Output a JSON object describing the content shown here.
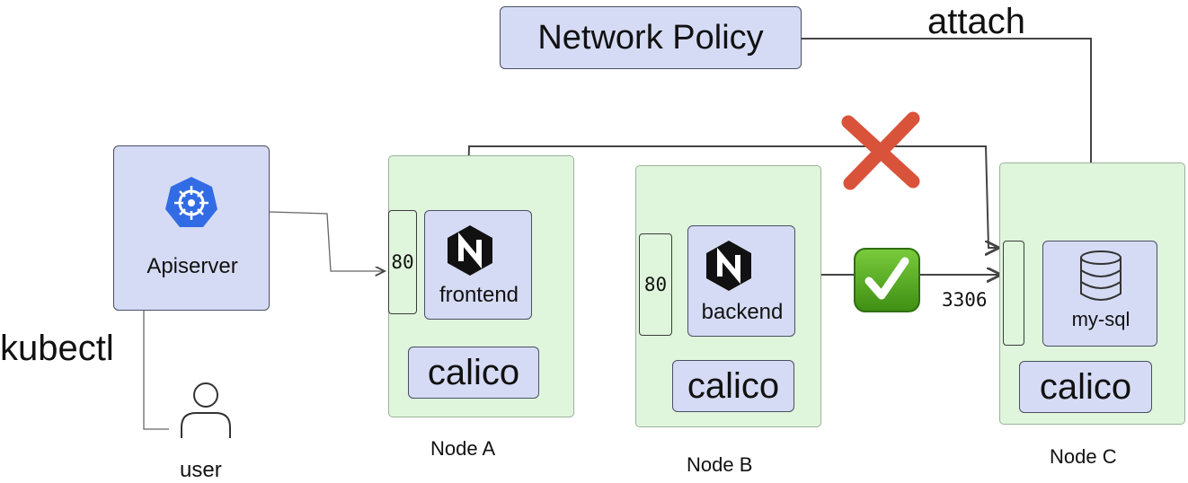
{
  "network_policy": {
    "label": "Network Policy"
  },
  "attach_label": "attach",
  "apiserver": {
    "label": "Apiserver"
  },
  "kubectl_label": "kubectl",
  "user": {
    "label": "user"
  },
  "nodes": [
    {
      "name": "Node A",
      "port": "80",
      "pod": "frontend",
      "cni": "calico"
    },
    {
      "name": "Node B",
      "port": "80",
      "pod": "backend",
      "cni": "calico"
    },
    {
      "name": "Node C",
      "port": "3306",
      "pod": "my-sql",
      "cni": "calico"
    }
  ],
  "colors": {
    "node_fill": "#dff5dc",
    "box_fill": "#d6dbf5",
    "k8s_blue": "#326ce5",
    "deny_red": "#d9533a",
    "allow_green": "#4aa61c"
  },
  "icons": {
    "apiserver": "kubernetes-icon",
    "frontend": "nginx-icon",
    "backend": "nginx-icon",
    "mysql": "database-icon",
    "user": "user-icon",
    "deny": "cross-icon",
    "allow": "check-icon"
  }
}
